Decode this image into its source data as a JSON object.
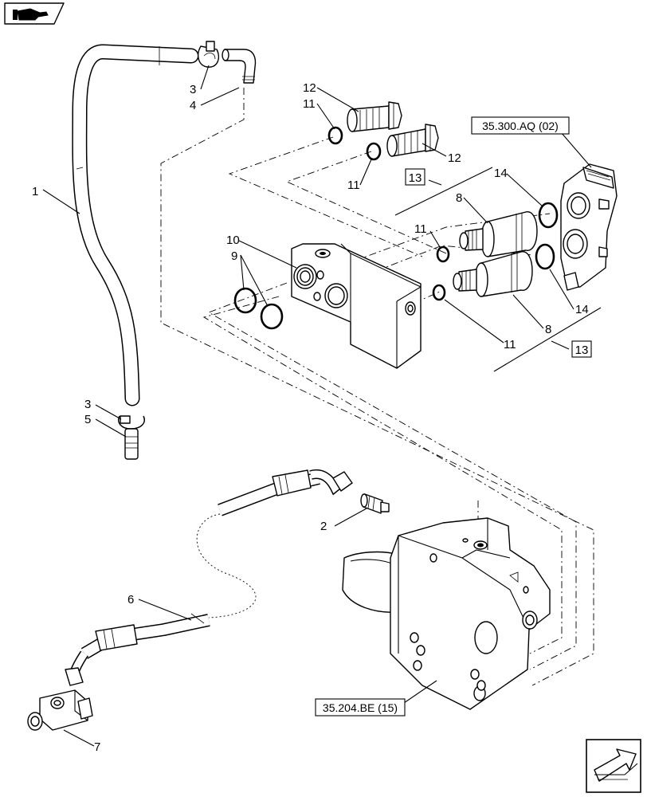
{
  "callouts": {
    "c1": "1",
    "c2": "2",
    "c3a": "3",
    "c3b": "3",
    "c4": "4",
    "c5": "5",
    "c6": "6",
    "c7": "7",
    "c8a": "8",
    "c8b": "8",
    "c9": "9",
    "c10": "10",
    "c11a": "11",
    "c11b": "11",
    "c11c": "11",
    "c11d": "11",
    "c12a": "12",
    "c12b": "12",
    "c13a": "13",
    "c13b": "13",
    "c14a": "14",
    "c14b": "14"
  },
  "references": {
    "ref_top": "35.300.AQ (02)",
    "ref_bottom": "35.204.BE (15)"
  },
  "icons": {
    "top_left": "hand-pointing-book-icon",
    "bottom_right": "next-page-arrow-icon"
  }
}
